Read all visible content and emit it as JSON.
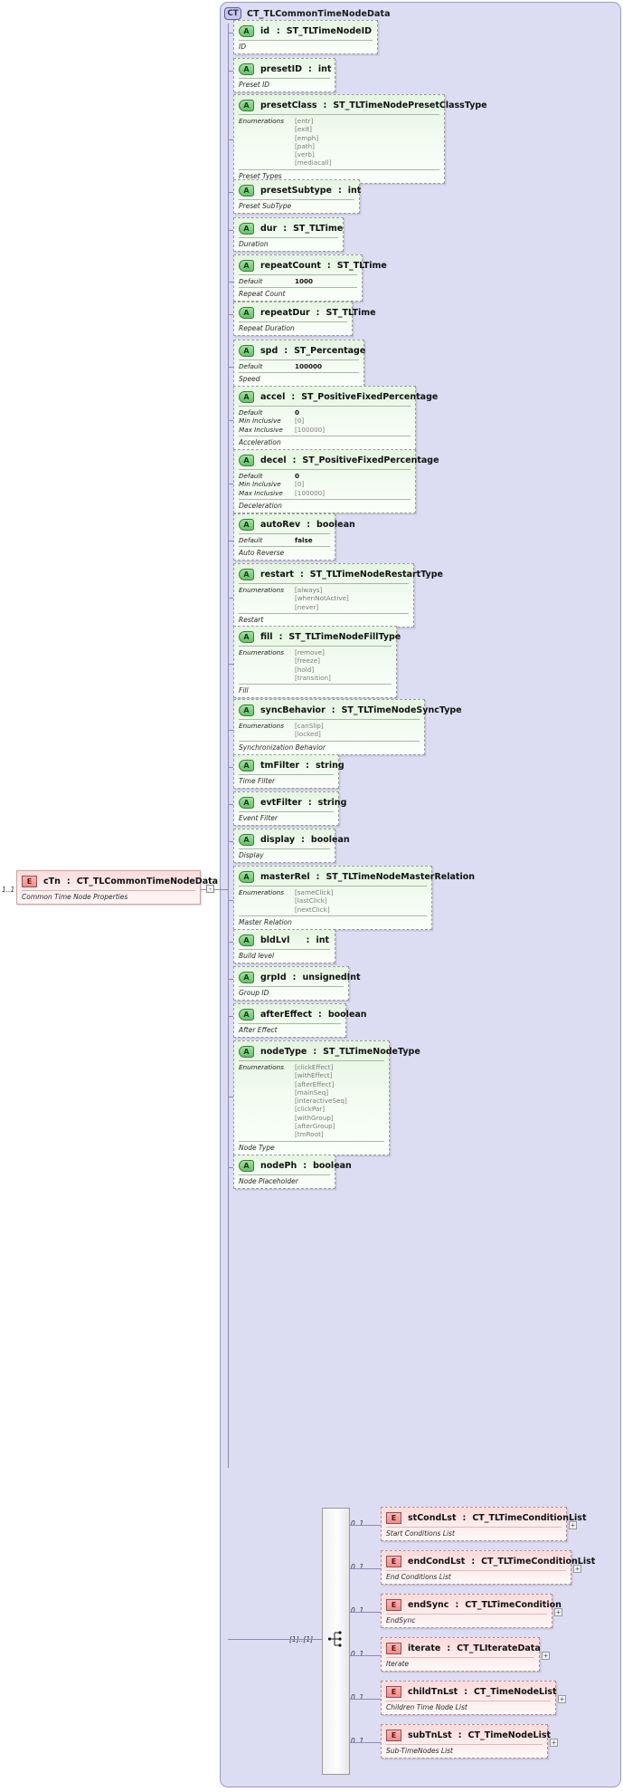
{
  "diagram": {
    "type": "xsd-schema-diagram",
    "complex_type": {
      "badge": "CT",
      "name": "CT_TLCommonTimeNodeData"
    },
    "root_element": {
      "badge": "E",
      "name": "cTn",
      "separator": ":",
      "type": "CT_TLCommonTimeNodeData",
      "documentation": "Common Time Node Properties",
      "occurrence": "1..1",
      "expander": "-"
    },
    "compositor": {
      "occurrence": "[1]..[1]",
      "kind": "sequence"
    },
    "attributes": [
      {
        "badge": "A",
        "name": "id",
        "separator": ":",
        "type": "ST_TLTimeNodeID",
        "documentation": "ID",
        "facets": []
      },
      {
        "badge": "A",
        "name": "presetID",
        "separator": ":",
        "type": "int",
        "documentation": "Preset ID",
        "facets": []
      },
      {
        "badge": "A",
        "name": "presetClass",
        "separator": ":",
        "type": "ST_TLTimeNodePresetClassType",
        "documentation": "Preset Types",
        "facets": [
          {
            "label": "Enumerations",
            "values": [
              "[entr]",
              "[exit]",
              "[emph]",
              "[path]",
              "[verb]",
              "[mediacall]"
            ]
          }
        ]
      },
      {
        "badge": "A",
        "name": "presetSubtype",
        "separator": ":",
        "type": "int",
        "documentation": "Preset SubType",
        "facets": []
      },
      {
        "badge": "A",
        "name": "dur",
        "separator": ":",
        "type": "ST_TLTime",
        "documentation": "Duration",
        "facets": []
      },
      {
        "badge": "A",
        "name": "repeatCount",
        "separator": ":",
        "type": "ST_TLTime",
        "documentation": "Repeat Count",
        "facets": [
          {
            "label": "Default",
            "values": [
              "1000"
            ]
          }
        ]
      },
      {
        "badge": "A",
        "name": "repeatDur",
        "separator": ":",
        "type": "ST_TLTime",
        "documentation": "Repeat Duration",
        "facets": []
      },
      {
        "badge": "A",
        "name": "spd",
        "separator": ":",
        "type": "ST_Percentage",
        "documentation": "Speed",
        "facets": [
          {
            "label": "Default",
            "values": [
              "100000"
            ]
          }
        ]
      },
      {
        "badge": "A",
        "name": "accel",
        "separator": ":",
        "type": "ST_PositiveFixedPercentage",
        "documentation": "Acceleration",
        "facets": [
          {
            "label": "Default",
            "values": [
              "0"
            ]
          },
          {
            "label": "Min Inclusive",
            "values": [
              "[0]"
            ]
          },
          {
            "label": "Max Inclusive",
            "values": [
              "[100000]"
            ]
          }
        ]
      },
      {
        "badge": "A",
        "name": "decel",
        "separator": ":",
        "type": "ST_PositiveFixedPercentage",
        "documentation": "Deceleration",
        "facets": [
          {
            "label": "Default",
            "values": [
              "0"
            ]
          },
          {
            "label": "Min Inclusive",
            "values": [
              "[0]"
            ]
          },
          {
            "label": "Max Inclusive",
            "values": [
              "[100000]"
            ]
          }
        ]
      },
      {
        "badge": "A",
        "name": "autoRev",
        "separator": ":",
        "type": "boolean",
        "documentation": "Auto Reverse",
        "facets": [
          {
            "label": "Default",
            "values": [
              "false"
            ]
          }
        ]
      },
      {
        "badge": "A",
        "name": "restart",
        "separator": ":",
        "type": "ST_TLTimeNodeRestartType",
        "documentation": "Restart",
        "facets": [
          {
            "label": "Enumerations",
            "values": [
              "[always]",
              "[whenNotActive]",
              "[never]"
            ]
          }
        ]
      },
      {
        "badge": "A",
        "name": "fill",
        "separator": ":",
        "type": "ST_TLTimeNodeFillType",
        "documentation": "Fill",
        "facets": [
          {
            "label": "Enumerations",
            "values": [
              "[remove]",
              "[freeze]",
              "[hold]",
              "[transition]"
            ]
          }
        ]
      },
      {
        "badge": "A",
        "name": "syncBehavior",
        "separator": ":",
        "type": "ST_TLTimeNodeSyncType",
        "documentation": "Synchronization Behavior",
        "facets": [
          {
            "label": "Enumerations",
            "values": [
              "[canSlip]",
              "[locked]"
            ]
          }
        ]
      },
      {
        "badge": "A",
        "name": "tmFilter",
        "separator": ":",
        "type": "string",
        "documentation": "Time Filter",
        "facets": []
      },
      {
        "badge": "A",
        "name": "evtFilter",
        "separator": ":",
        "type": "string",
        "documentation": "Event Filter",
        "facets": []
      },
      {
        "badge": "A",
        "name": "display",
        "separator": ":",
        "type": "boolean",
        "documentation": "Display",
        "facets": []
      },
      {
        "badge": "A",
        "name": "masterRel",
        "separator": ":",
        "type": "ST_TLTimeNodeMasterRelation",
        "documentation": "Master Relation",
        "facets": [
          {
            "label": "Enumerations",
            "values": [
              "[sameClick]",
              "[lastClick]",
              "[nextClick]"
            ]
          }
        ]
      },
      {
        "badge": "A",
        "name": "bldLvl",
        "separator": ":",
        "type": "int",
        "documentation": "Build level",
        "facets": []
      },
      {
        "badge": "A",
        "name": "grpId",
        "separator": ":",
        "type": "unsignedInt",
        "documentation": "Group ID",
        "facets": []
      },
      {
        "badge": "A",
        "name": "afterEffect",
        "separator": ":",
        "type": "boolean",
        "documentation": "After Effect",
        "facets": []
      },
      {
        "badge": "A",
        "name": "nodeType",
        "separator": ":",
        "type": "ST_TLTimeNodeType",
        "documentation": "Node Type",
        "facets": [
          {
            "label": "Enumerations",
            "values": [
              "[clickEffect]",
              "[withEffect]",
              "[afterEffect]",
              "[mainSeq]",
              "[interactiveSeq]",
              "[clickPar]",
              "[withGroup]",
              "[afterGroup]",
              "[tmRoot]"
            ]
          }
        ]
      },
      {
        "badge": "A",
        "name": "nodePh",
        "separator": ":",
        "type": "boolean",
        "documentation": "Node Placeholder",
        "facets": []
      }
    ],
    "child_elements": [
      {
        "badge": "E",
        "name": "stCondLst",
        "separator": ":",
        "type": "CT_TLTimeConditionList",
        "documentation": "Start Conditions List",
        "occurrence": "0..1",
        "expander": "+"
      },
      {
        "badge": "E",
        "name": "endCondLst",
        "separator": ":",
        "type": "CT_TLTimeConditionList",
        "documentation": "End Conditions List",
        "occurrence": "0..1",
        "expander": "+"
      },
      {
        "badge": "E",
        "name": "endSync",
        "separator": ":",
        "type": "CT_TLTimeCondition",
        "documentation": "EndSync",
        "occurrence": "0..1",
        "expander": "+"
      },
      {
        "badge": "E",
        "name": "iterate",
        "separator": ":",
        "type": "CT_TLIterateData",
        "documentation": "Iterate",
        "occurrence": "0..1",
        "expander": "+"
      },
      {
        "badge": "E",
        "name": "childTnLst",
        "separator": ":",
        "type": "CT_TimeNodeList",
        "documentation": "Children Time Node List",
        "occurrence": "0..1",
        "expander": "+"
      },
      {
        "badge": "E",
        "name": "subTnLst",
        "separator": ":",
        "type": "CT_TimeNodeList",
        "documentation": "Sub-TimeNodes List",
        "occurrence": "0..1",
        "expander": "+"
      }
    ],
    "colors": {
      "container_fill": "#dcdcf2",
      "attribute_fill": "#e4f5e0",
      "element_fill": "#fbdada"
    }
  }
}
